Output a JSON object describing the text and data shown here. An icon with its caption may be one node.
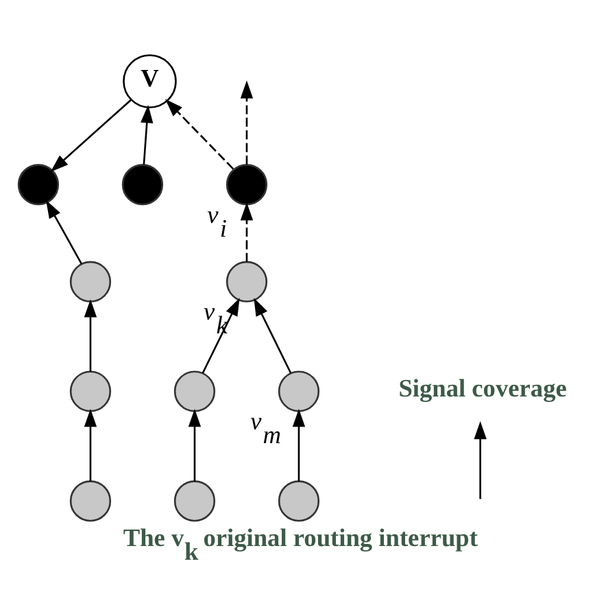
{
  "diagram": {
    "caption": "The v$_{k}$ original routing interrupt",
    "nodes": [
      {
        "text": [
          "V"
        ]
      },
      {
        "text": [],
        "shape": "circle"
      },
      {
        "text": [],
        "shape": "circle",
        "beside": [
          "v$_{i}$"
        ]
      },
      {
        "text": [],
        "shape": "circle"
      },
      {
        "text": [],
        "shape": "circle",
        "beside": [
          "v$_{k}$"
        ]
      },
      {
        "text": [],
        "shape": "circle"
      },
      {
        "text": [],
        "shape": "circle"
      },
      {
        "text": [],
        "shape": "circle",
        "beside": [
          "v$_{m}$"
        ]
      },
      {
        "text": [],
        "shape": "circle"
      },
      {
        "text": [],
        "shape": "circle"
      },
      {
        "text": [],
        "shape": "circle"
      },
      {
        "text": [],
        "shape": "circle"
      },
      {
        "text": [
          "Signal coverage"
        ]
      }
    ],
    "edges": [
      {
        "from": 1,
        "to": 0,
        "arrow": "to"
      },
      {
        "from": 2,
        "to": 0,
        "arrow": "to",
        "style": "dashed"
      },
      {
        "from": 0,
        "to": 3,
        "arrow": "to"
      },
      {
        "from": 9,
        "to": 3,
        "arrow": "to"
      },
      {
        "from": 10,
        "to": 9,
        "arrow": "to"
      },
      {
        "from": 11,
        "to": 10,
        "arrow": "to"
      },
      {
        "from": 4,
        "to": 2,
        "arrow": "to",
        "style": "dashed"
      },
      {
        "from": 2,
        "to": null,
        "arrow": "to",
        "style": "dashed"
      },
      {
        "from": 5,
        "to": 4,
        "arrow": "to"
      },
      {
        "from": 6,
        "to": 5,
        "arrow": "to"
      },
      {
        "from": 7,
        "to": 4,
        "arrow": "to"
      },
      {
        "from": 8,
        "to": 7,
        "arrow": "to"
      },
      {
        "from": null,
        "to": 12,
        "arrow": "to"
      }
    ]
  }
}
